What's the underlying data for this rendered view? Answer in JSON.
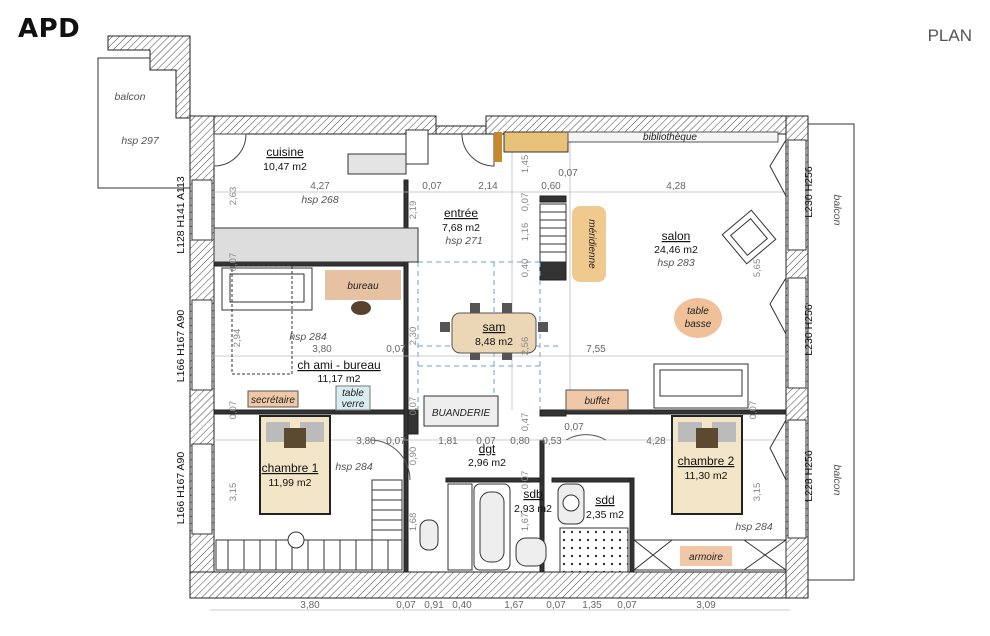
{
  "header": {
    "project_code": "APD",
    "sheet_title": "PLAN"
  },
  "rooms": [
    {
      "id": "cuisine",
      "name": "cuisine",
      "area": "10,47 m2"
    },
    {
      "id": "entree",
      "name": "entrée",
      "area": "7,68 m2",
      "hsp": "hsp 271"
    },
    {
      "id": "salon",
      "name": "salon",
      "area": "24,46 m2",
      "hsp": "hsp 283"
    },
    {
      "id": "sam",
      "name": "sam",
      "area": "8,48 m2"
    },
    {
      "id": "ch_ami",
      "name": "ch ami - bureau",
      "area": "11,17 m2"
    },
    {
      "id": "dgt",
      "name": "dgt",
      "area": "2,96 m2"
    },
    {
      "id": "chambre1",
      "name": "chambre 1",
      "area": "11,99 m2"
    },
    {
      "id": "chambre2",
      "name": "chambre 2",
      "area": "11,30 m2"
    },
    {
      "id": "sdb",
      "name": "sdb",
      "area": "2,93 m2"
    },
    {
      "id": "sdd",
      "name": "sdd",
      "area": "2,35 m2"
    }
  ],
  "hsp_labels": {
    "balcon": "hsp 297",
    "cuisine": "hsp 268",
    "ch_ami": "hsp 284",
    "chambre1": "hsp 284",
    "chambre2": "hsp 284"
  },
  "balconies": {
    "left": "balcon",
    "right_top": "balcon",
    "right_bottom": "balcon"
  },
  "furniture": {
    "bureau": "bureau",
    "meridienne": "méridienne",
    "bibliotheque": "bibliothèque",
    "table_basse_1": "table",
    "table_basse_2": "basse",
    "secretaire": "secrétaire",
    "table_verre_1": "table",
    "table_verre_2": "verre",
    "buanderie": "BUANDERIE",
    "buffet": "buffet",
    "armoire": "armoire"
  },
  "window_labels": {
    "left_top": "L128 H141 A113",
    "left_mid": "L166 H167 A90",
    "left_bottom": "L166 H167 A90",
    "right_top": "L230 H256",
    "right_mid": "L230 H256",
    "right_bottom": "L228 H256"
  },
  "dimensions": {
    "bottom": [
      "3,80",
      "0,07",
      "0,91",
      "0,40",
      "1,67",
      "0,07",
      "1,35",
      "0,07",
      "3,09"
    ],
    "row_top": [
      "4,27",
      "0,07",
      "2,14",
      "0,60",
      "0,07",
      "4,28"
    ],
    "row_mid": [
      "3,80",
      "0,07",
      "7,55"
    ],
    "row_low": [
      "3,80",
      "0,07",
      "1,81",
      "0,07",
      "0,80",
      "0,53",
      "0,07",
      "4,28"
    ],
    "verticals": [
      "2,63",
      "2,19",
      "1,45",
      "0,07",
      "1,16",
      "0,40",
      "2,94",
      "2,30",
      "2,56",
      "0,07",
      "0,47",
      "0,90",
      "0,07",
      "1,67",
      "3,15",
      "1,68",
      "3,15",
      "5,65",
      "0,07",
      "0,07",
      "0,07"
    ]
  }
}
